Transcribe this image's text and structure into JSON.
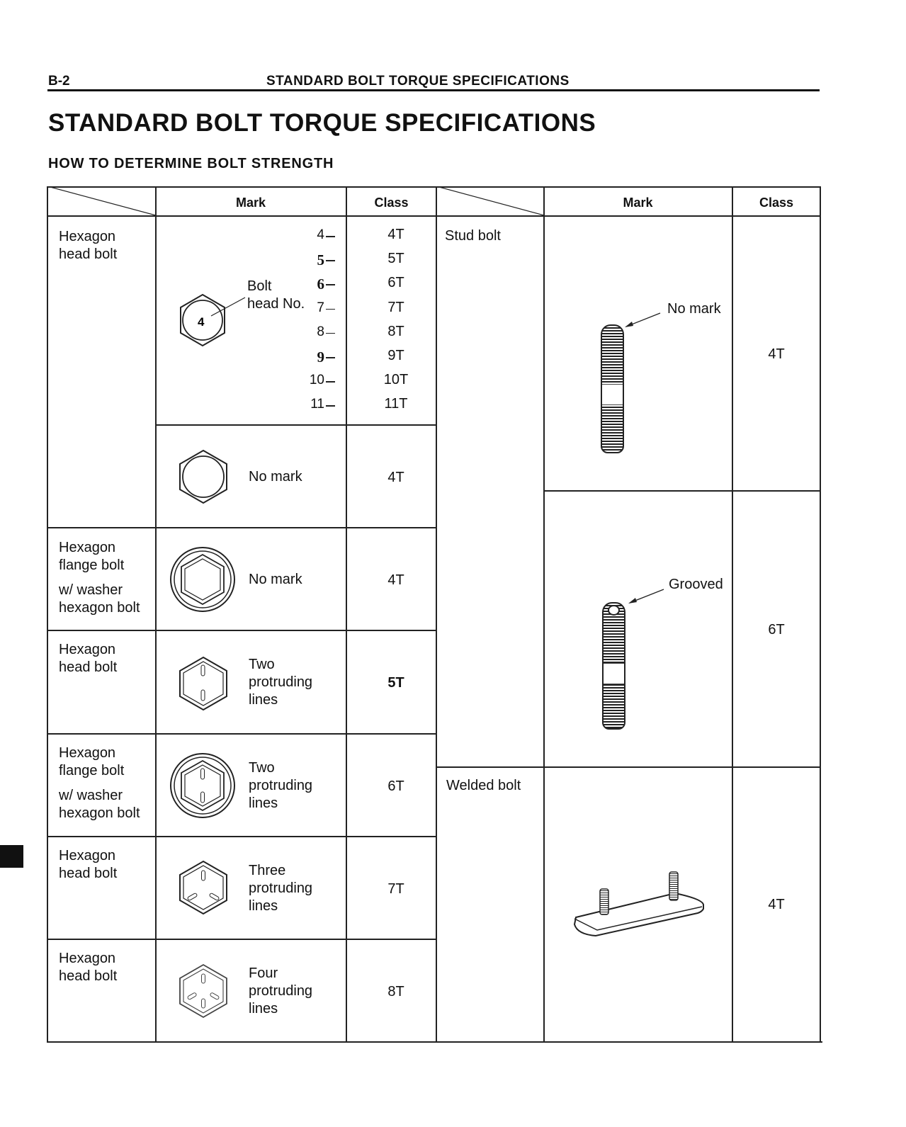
{
  "header": {
    "page_no": "B-2",
    "running_title": "STANDARD BOLT TORQUE SPECIFICATIONS"
  },
  "title": "STANDARD BOLT TORQUE SPECIFICATIONS",
  "subtitle": "HOW TO DETERMINE BOLT STRENGTH",
  "table": {
    "col_mark": "Mark",
    "col_class": "Class",
    "left_rows": [
      {
        "name_lines": [
          "Hexagon",
          "head bolt"
        ],
        "mark_label": [
          "Bolt",
          "head No."
        ],
        "icon_number": "4",
        "numbers": [
          "4",
          "5",
          "6",
          "7",
          "8",
          "9",
          "10",
          "11"
        ],
        "classes": [
          "4T",
          "5T",
          "6T",
          "7T",
          "8T",
          "9T",
          "10T",
          "11T"
        ]
      },
      {
        "mark": "No mark",
        "class": "4T"
      },
      {
        "name_lines": [
          "Hexagon",
          "flange bolt",
          "w/ washer",
          "hexagon bolt"
        ],
        "mark": "No mark",
        "class": "4T"
      },
      {
        "name_lines": [
          "Hexagon",
          "head bolt"
        ],
        "mark_lines": [
          "Two",
          "protruding",
          "lines"
        ],
        "class": "5T"
      },
      {
        "name_lines": [
          "Hexagon",
          "flange bolt",
          "w/ washer",
          "hexagon bolt"
        ],
        "mark_lines": [
          "Two",
          "protruding",
          "lines"
        ],
        "class": "6T"
      },
      {
        "name_lines": [
          "Hexagon",
          "head bolt"
        ],
        "mark_lines": [
          "Three",
          "protruding",
          "lines"
        ],
        "class": "7T"
      },
      {
        "name_lines": [
          "Hexagon",
          "head bolt"
        ],
        "mark_lines": [
          "Four",
          "protruding",
          "lines"
        ],
        "class": "8T"
      }
    ],
    "right_rows": [
      {
        "name": "Stud bolt",
        "mark": "No mark",
        "class": "4T"
      },
      {
        "mark": "Grooved",
        "class": "6T"
      },
      {
        "name": "Welded bolt",
        "class": "4T"
      }
    ]
  }
}
